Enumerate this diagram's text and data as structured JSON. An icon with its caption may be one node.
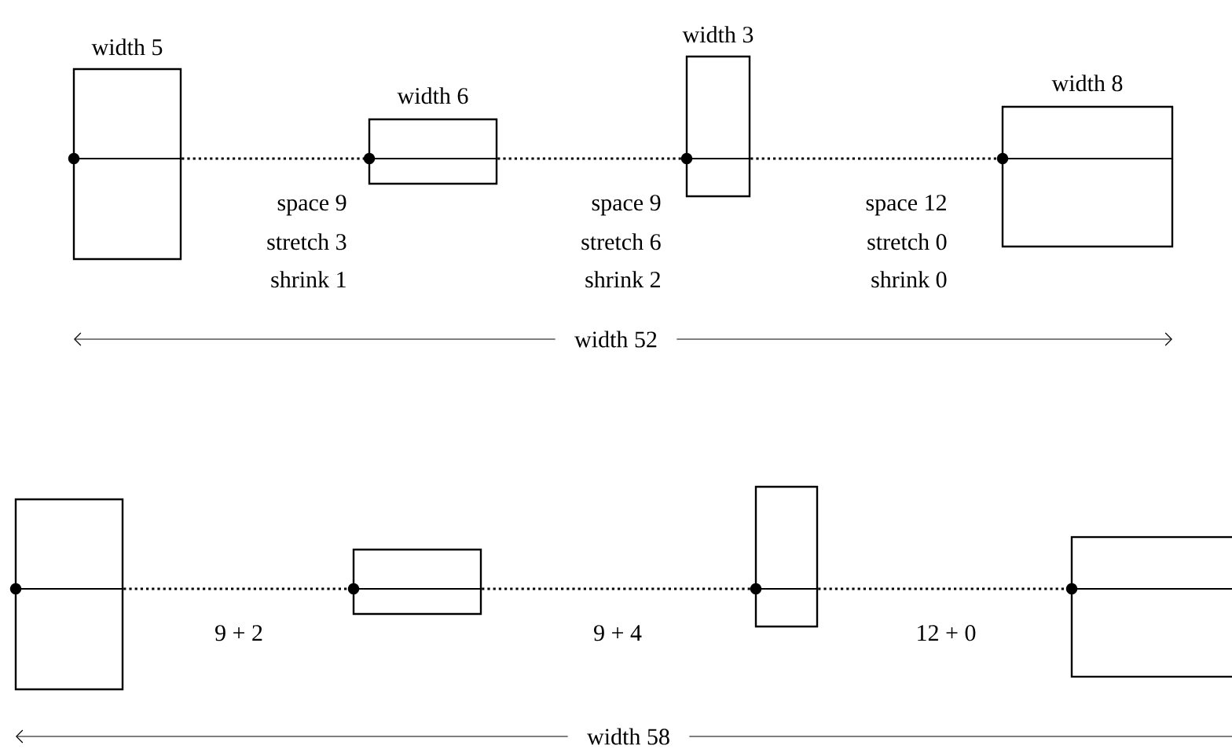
{
  "diagram": {
    "nodes": [
      {
        "text": [
          "width 5"
        ]
      },
      {
        "text": [
          "width 6"
        ]
      },
      {
        "text": [
          "width 3"
        ]
      },
      {
        "text": [
          "width 8"
        ]
      },
      {
        "text": [],
        "shape": "box"
      },
      {
        "text": [],
        "shape": "box"
      },
      {
        "text": [],
        "shape": "box"
      },
      {
        "text": [],
        "shape": "box"
      }
    ],
    "edges": [
      {
        "from": 0,
        "to": 1,
        "arrow": "none"
      },
      {
        "from": 1,
        "to": 2,
        "arrow": "none"
      },
      {
        "from": 2,
        "to": 3,
        "arrow": "none"
      },
      {
        "from": 4,
        "to": 5,
        "arrow": "none"
      },
      {
        "from": 5,
        "to": 6,
        "arrow": "none"
      },
      {
        "from": 6,
        "to": 7,
        "arrow": "none"
      }
    ],
    "labels": [
      "space 9",
      "stretch 3",
      "shrink 1",
      "space 9",
      "stretch 6",
      "shrink 2",
      "space 12",
      "stretch 0",
      "shrink 0",
      "width 52",
      "9 + 2",
      "9 + 4",
      "12 + 0",
      "width 58"
    ]
  }
}
